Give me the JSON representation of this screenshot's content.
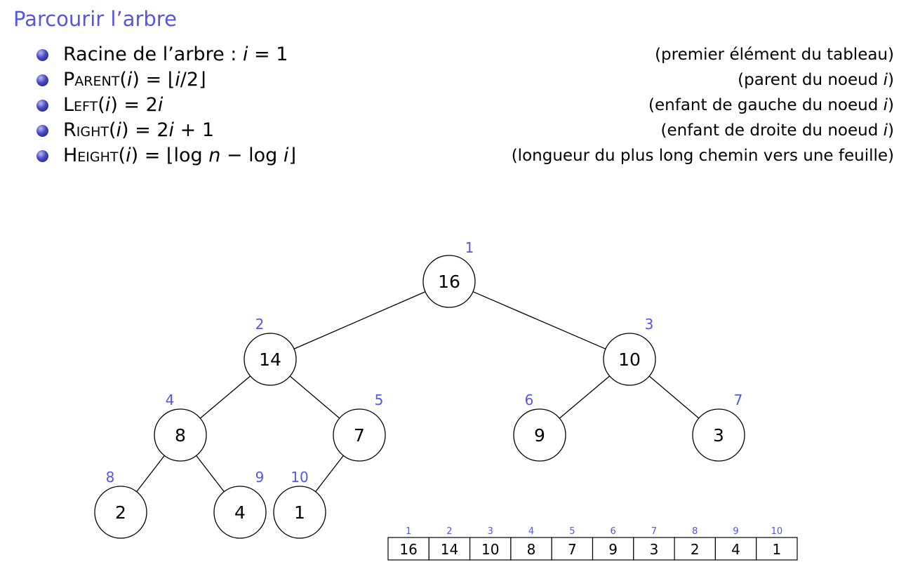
{
  "title": "Parcourir l’arbre",
  "bullets": [
    {
      "formula_html": "Racine de l’arbre : <i>i</i> = 1",
      "note_html": "(premier élément du tableau)"
    },
    {
      "formula_html": "<span class=\"sc\">Parent</span>(<i>i</i>) = ⌊<i>i</i>/2⌋",
      "note_html": "(parent du noeud <i>i</i>)"
    },
    {
      "formula_html": "<span class=\"sc\">Left</span>(<i>i</i>) = 2<i>i</i>",
      "note_html": "(enfant de gauche du noeud <i>i</i>)"
    },
    {
      "formula_html": "<span class=\"sc\">Right</span>(<i>i</i>) = 2<i>i</i> + 1",
      "note_html": "(enfant de droite du noeud <i>i</i>)"
    },
    {
      "formula_html": "<span class=\"sc\">Height</span>(<i>i</i>) = ⌊log <i>n</i> − log <i>i</i>⌋",
      "note_html": "(longueur du plus long chemin vers une feuille)"
    }
  ],
  "tree": {
    "nodes": [
      {
        "index": "1",
        "value": "16"
      },
      {
        "index": "2",
        "value": "14"
      },
      {
        "index": "3",
        "value": "10"
      },
      {
        "index": "4",
        "value": "8"
      },
      {
        "index": "5",
        "value": "7"
      },
      {
        "index": "6",
        "value": "9"
      },
      {
        "index": "7",
        "value": "3"
      },
      {
        "index": "8",
        "value": "2"
      },
      {
        "index": "9",
        "value": "4"
      },
      {
        "index": "10",
        "value": "1"
      }
    ]
  },
  "array": {
    "indices": [
      "1",
      "2",
      "3",
      "4",
      "5",
      "6",
      "7",
      "8",
      "9",
      "10"
    ],
    "values": [
      "16",
      "14",
      "10",
      "8",
      "7",
      "9",
      "3",
      "2",
      "4",
      "1"
    ]
  },
  "colors": {
    "accent": "#5555e6",
    "text": "#000000"
  }
}
